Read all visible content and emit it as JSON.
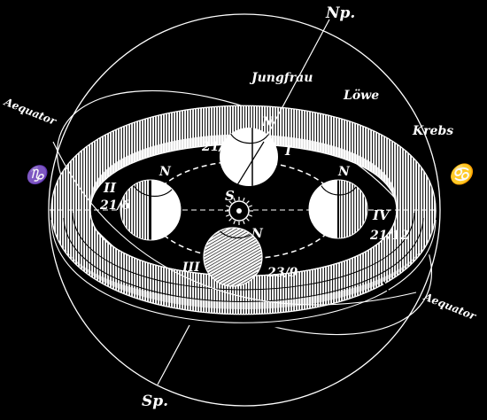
{
  "labels": {
    "north_pole": "Np.",
    "south_pole": "Sp.",
    "aequator_left": "Aequator",
    "aequator_right": "Aequator",
    "jungfrau": "Jungfrau",
    "loewe": "Löwe",
    "krebs": "Krebs",
    "capricorn_symbol": "♑",
    "cancer_symbol": "♋",
    "sun": "S"
  },
  "earth_positions": [
    {
      "numeral": "I",
      "date": "21/3",
      "pole": "N"
    },
    {
      "numeral": "II",
      "date": "21/6",
      "pole": "N"
    },
    {
      "numeral": "III",
      "date": "23/9",
      "pole": "N"
    },
    {
      "numeral": "IV",
      "date": "21/12",
      "pole": "N"
    }
  ],
  "colors": {
    "background": "#000000",
    "lines": "#ffffff"
  }
}
